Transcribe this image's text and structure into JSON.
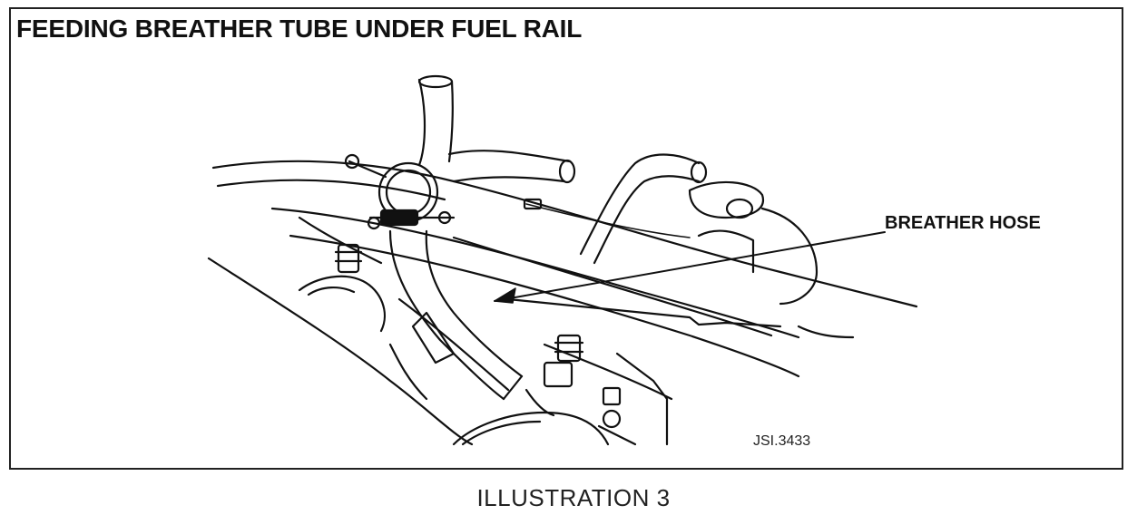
{
  "figure": {
    "title": "FEEDING BREATHER TUBE UNDER FUEL RAIL",
    "callout_label": "BREATHER HOSE",
    "part_number": "JSI.3433",
    "caption": "ILLUSTRATION 3"
  }
}
